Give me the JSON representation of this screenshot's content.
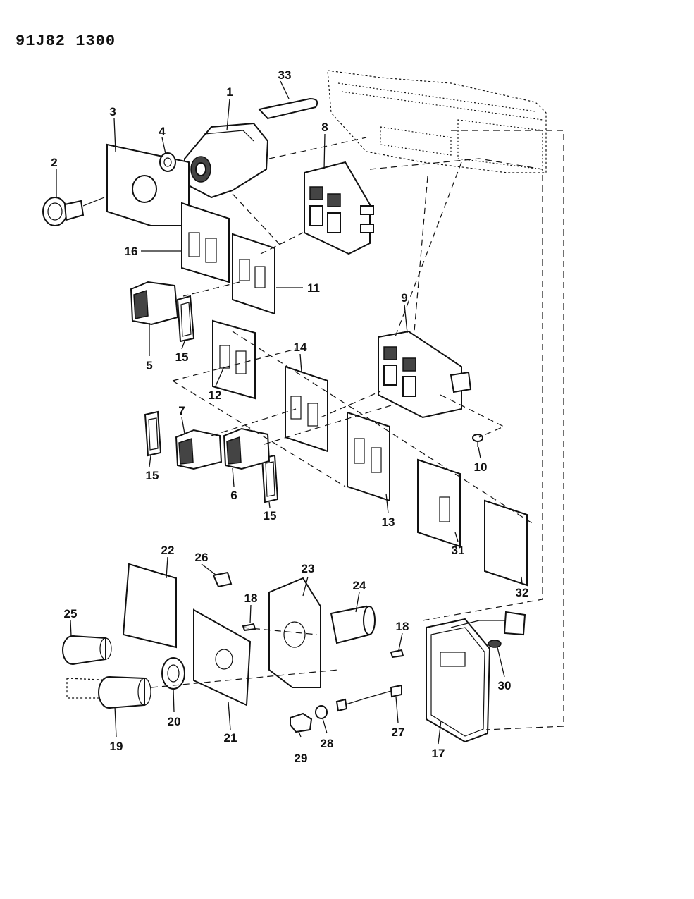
{
  "diagram_code": "91J82 1300",
  "callouts": [
    {
      "id": "1",
      "label": "1"
    },
    {
      "id": "2",
      "label": "2"
    },
    {
      "id": "3",
      "label": "3"
    },
    {
      "id": "4",
      "label": "4"
    },
    {
      "id": "5",
      "label": "5"
    },
    {
      "id": "6",
      "label": "6"
    },
    {
      "id": "7",
      "label": "7"
    },
    {
      "id": "8",
      "label": "8"
    },
    {
      "id": "9",
      "label": "9"
    },
    {
      "id": "10",
      "label": "10"
    },
    {
      "id": "11",
      "label": "11"
    },
    {
      "id": "12",
      "label": "12"
    },
    {
      "id": "13",
      "label": "13"
    },
    {
      "id": "14",
      "label": "14"
    },
    {
      "id": "15a",
      "label": "15"
    },
    {
      "id": "15b",
      "label": "15"
    },
    {
      "id": "15c",
      "label": "15"
    },
    {
      "id": "16",
      "label": "16"
    },
    {
      "id": "17",
      "label": "17"
    },
    {
      "id": "18a",
      "label": "18"
    },
    {
      "id": "18b",
      "label": "18"
    },
    {
      "id": "19",
      "label": "19"
    },
    {
      "id": "20",
      "label": "20"
    },
    {
      "id": "21",
      "label": "21"
    },
    {
      "id": "22",
      "label": "22"
    },
    {
      "id": "23",
      "label": "23"
    },
    {
      "id": "24",
      "label": "24"
    },
    {
      "id": "25",
      "label": "25"
    },
    {
      "id": "26",
      "label": "26"
    },
    {
      "id": "27",
      "label": "27"
    },
    {
      "id": "28",
      "label": "28"
    },
    {
      "id": "29",
      "label": "29"
    },
    {
      "id": "30",
      "label": "30"
    },
    {
      "id": "31",
      "label": "31"
    },
    {
      "id": "32",
      "label": "32"
    },
    {
      "id": "33",
      "label": "33"
    }
  ]
}
